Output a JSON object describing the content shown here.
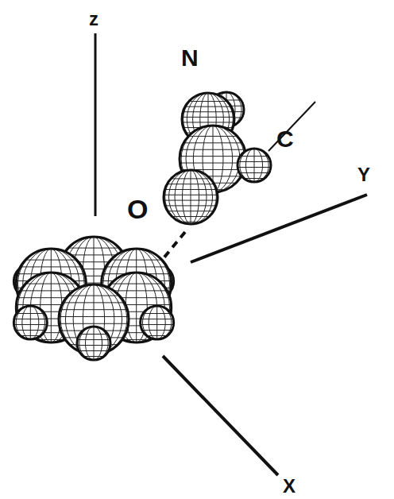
{
  "diagram": {
    "labels": [
      "z",
      "N",
      "C",
      "O",
      "Y",
      "X"
    ]
  }
}
